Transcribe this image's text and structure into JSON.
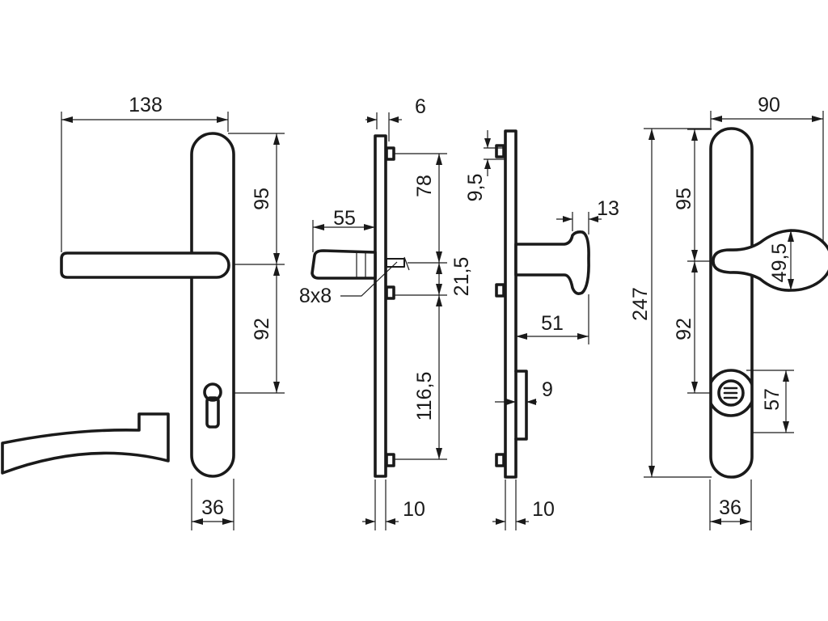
{
  "dimensions": {
    "lever_projection": "138",
    "lever_upper": "95",
    "lever_lower": "92",
    "lever_width": "36",
    "side_thickness": "6",
    "side_upper": "78",
    "side_spindle_offset": "21,5",
    "side_lower": "116,5",
    "side_handle_length": "55",
    "spindle": "8x8",
    "side_plate_depth": "10",
    "knob_top_offset": "9,5",
    "knob_head": "13",
    "knob_projection": "51",
    "cylinder_guard": "9",
    "knob_plate_depth": "10",
    "knob_front_width": "90",
    "knob_front_upper": "95",
    "knob_front_lower": "92",
    "total_height": "247",
    "knob_diameter": "49,5",
    "guard_height": "57",
    "knob_front_plate_width": "36"
  }
}
